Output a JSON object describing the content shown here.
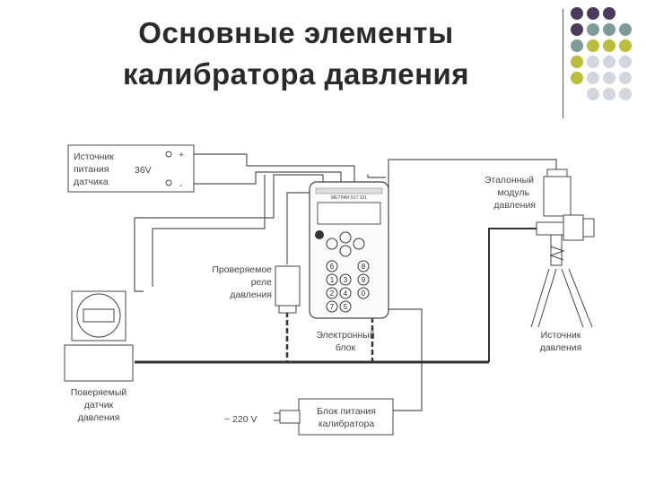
{
  "slide": {
    "title_line1": "Основные элементы",
    "title_line2": "калибратора давления"
  },
  "palette": {
    "purple": "#4b3a5c",
    "slate": "#7f9a9a",
    "olive": "#b9bd3a",
    "light": "#d3d6de"
  },
  "diagram": {
    "power_source": {
      "line1": "Источник",
      "line2": "питания",
      "line3": "датчика",
      "voltage": "36V",
      "plus": "+",
      "minus": "-"
    },
    "reference_module": {
      "line1": "Эталонный",
      "line2": "модуль",
      "line3": "давления"
    },
    "tested_relay": {
      "line1": "Проверяемое",
      "line2": "реле",
      "line3": "давления"
    },
    "electronic_unit": {
      "line1": "Электронный",
      "line2": "блок",
      "screen_caption": "МЕТРАН 517 101"
    },
    "pressure_source": {
      "line1": "Источник",
      "line2": "давления"
    },
    "tested_sensor": {
      "line1": "Поверяемый",
      "line2": "датчик",
      "line3": "давления"
    },
    "mains": {
      "label": "~ 220 V"
    },
    "psu": {
      "line1": "Блок питания",
      "line2": "калибратора"
    },
    "keypad_numbers": [
      "6",
      "1",
      "2",
      "3",
      "4",
      "5",
      "7",
      "8",
      "9",
      "0"
    ]
  }
}
